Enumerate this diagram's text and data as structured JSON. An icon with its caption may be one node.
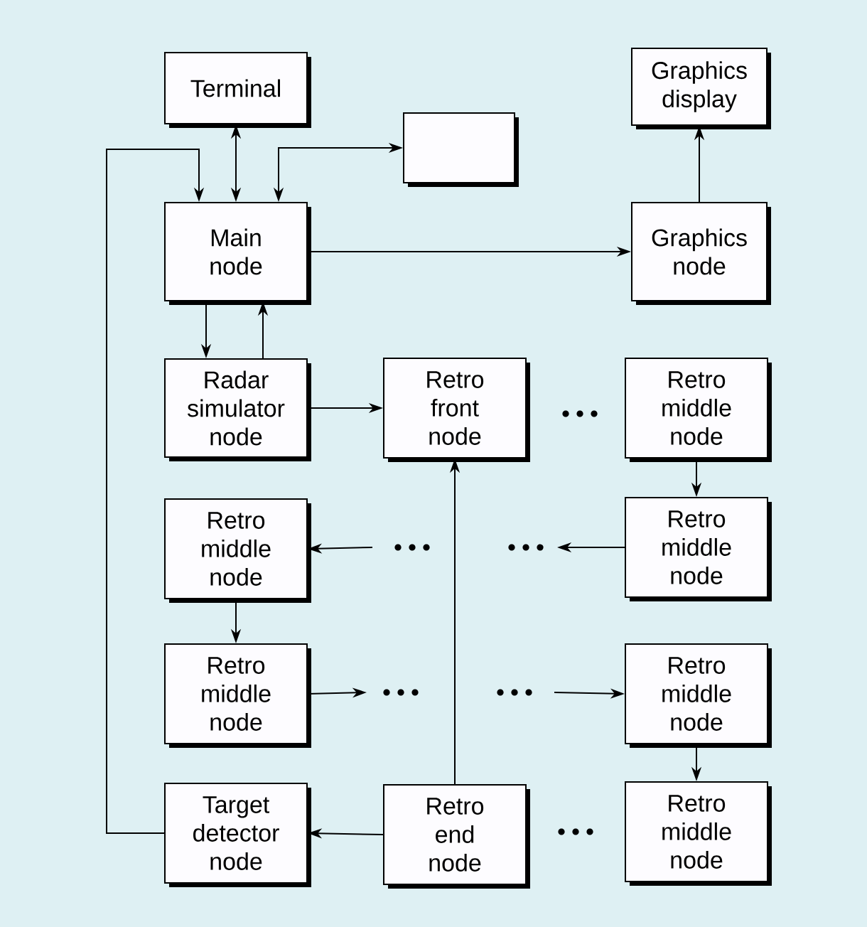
{
  "diagram": {
    "nodes": [
      {
        "text": [
          "Terminal"
        ]
      },
      {
        "text": [],
        "shape": "box"
      },
      {
        "text": [
          "Graphics display"
        ]
      },
      {
        "text": [
          "Main node"
        ]
      },
      {
        "text": [
          "Graphics node"
        ]
      },
      {
        "text": [
          "Radar simulator node"
        ]
      },
      {
        "text": [
          "Retro front node"
        ]
      },
      {
        "text": [
          "Retro middle node"
        ]
      },
      {
        "text": [
          "Retro middle node"
        ]
      },
      {
        "text": [
          "Retro middle node"
        ]
      },
      {
        "text": [
          "Retro middle node"
        ]
      },
      {
        "text": [
          "Retro middle node"
        ]
      },
      {
        "text": [
          "Target detector node"
        ]
      },
      {
        "text": [
          "Retro end node"
        ]
      },
      {
        "text": [
          "Retro middle node"
        ]
      }
    ],
    "edges": [
      {
        "from": 0,
        "to": 3,
        "arrow": "both"
      },
      {
        "from": 12,
        "to": 3,
        "arrow": "to"
      },
      {
        "from": 3,
        "to": 1,
        "arrow": "both"
      },
      {
        "from": 3,
        "to": 4,
        "arrow": "to"
      },
      {
        "from": 4,
        "to": 2,
        "arrow": "to"
      },
      {
        "from": 3,
        "to": 5,
        "arrow": "to"
      },
      {
        "from": 5,
        "to": 3,
        "arrow": "to"
      },
      {
        "from": 5,
        "to": 6,
        "arrow": "to"
      },
      {
        "from": 7,
        "to": 8,
        "arrow": "to"
      },
      {
        "from": 8,
        "to": null,
        "arrow": "to"
      },
      {
        "from": null,
        "to": 9,
        "arrow": "to"
      },
      {
        "from": 9,
        "to": 10,
        "arrow": "to"
      },
      {
        "from": 10,
        "to": null,
        "arrow": "to"
      },
      {
        "from": null,
        "to": 11,
        "arrow": "to"
      },
      {
        "from": 11,
        "to": 14,
        "arrow": "to"
      },
      {
        "from": 13,
        "to": 6,
        "arrow": "to"
      },
      {
        "from": 13,
        "to": 12,
        "arrow": "to"
      }
    ]
  }
}
